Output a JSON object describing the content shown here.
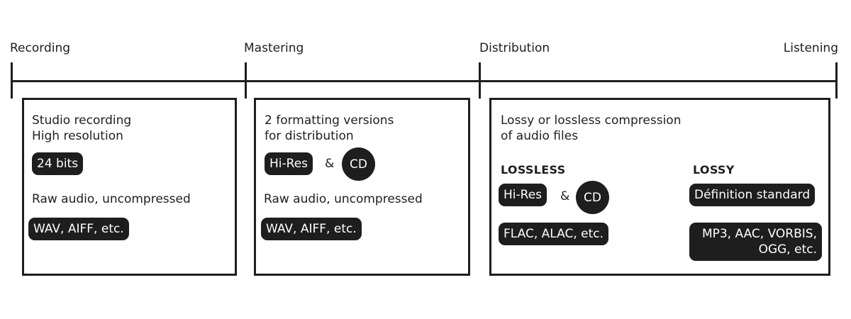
{
  "timeline": {
    "stages": [
      {
        "label": "Recording"
      },
      {
        "label": "Mastering"
      },
      {
        "label": "Distribution"
      },
      {
        "label": "Listening"
      }
    ]
  },
  "recording": {
    "title_line1": "Studio recording",
    "title_line2": "High resolution",
    "bit_depth": "24 bits",
    "audio_desc": "Raw audio, uncompressed",
    "formats": "WAV, AIFF, etc."
  },
  "mastering": {
    "title_line1": "2 formatting versions",
    "title_line2": "for distribution",
    "version_hires": "Hi-Res",
    "amp": "&",
    "version_cd": "CD",
    "audio_desc": "Raw audio, uncompressed",
    "formats": "WAV, AIFF, etc."
  },
  "distribution": {
    "title_line1": "Lossy or lossless compression",
    "title_line2": "of audio files",
    "lossless": {
      "heading": "LOSSLESS",
      "version_hires": "Hi-Res",
      "amp": "&",
      "version_cd": "CD",
      "formats": "FLAC, ALAC, etc."
    },
    "lossy": {
      "heading": "LOSSY",
      "quality": "Définition standard",
      "formats_line1": "MP3, AAC, VORBIS,",
      "formats_line2": "OGG, etc."
    }
  },
  "colors": {
    "ink": "#1e1e1e",
    "background": "#ffffff"
  }
}
